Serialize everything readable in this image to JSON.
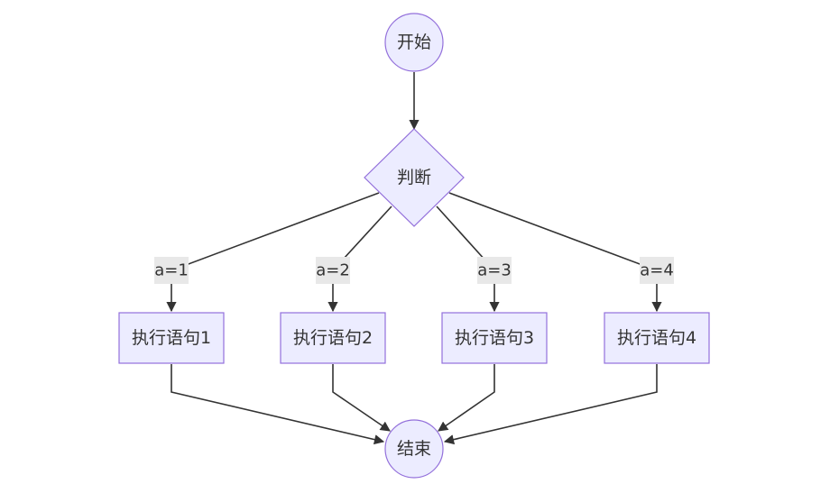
{
  "diagram": {
    "nodes": {
      "start": {
        "label": "开始"
      },
      "decision": {
        "label": "判断"
      },
      "stmt1": {
        "label": "执行语句1"
      },
      "stmt2": {
        "label": "执行语句2"
      },
      "stmt3": {
        "label": "执行语句3"
      },
      "stmt4": {
        "label": "执行语句4"
      },
      "end": {
        "label": "结束"
      }
    },
    "edges": [
      {
        "from": "start",
        "to": "decision",
        "label": ""
      },
      {
        "from": "decision",
        "to": "stmt1",
        "label": "a=1"
      },
      {
        "from": "decision",
        "to": "stmt2",
        "label": "a=2"
      },
      {
        "from": "decision",
        "to": "stmt3",
        "label": "a=3"
      },
      {
        "from": "decision",
        "to": "stmt4",
        "label": "a=4"
      },
      {
        "from": "stmt1",
        "to": "end",
        "label": ""
      },
      {
        "from": "stmt2",
        "to": "end",
        "label": ""
      },
      {
        "from": "stmt3",
        "to": "end",
        "label": ""
      },
      {
        "from": "stmt4",
        "to": "end",
        "label": ""
      }
    ],
    "colors": {
      "node_fill": "#ECECFF",
      "node_stroke": "#9370DB",
      "edge": "#333333",
      "label_bg": "#E8E8E8"
    }
  }
}
